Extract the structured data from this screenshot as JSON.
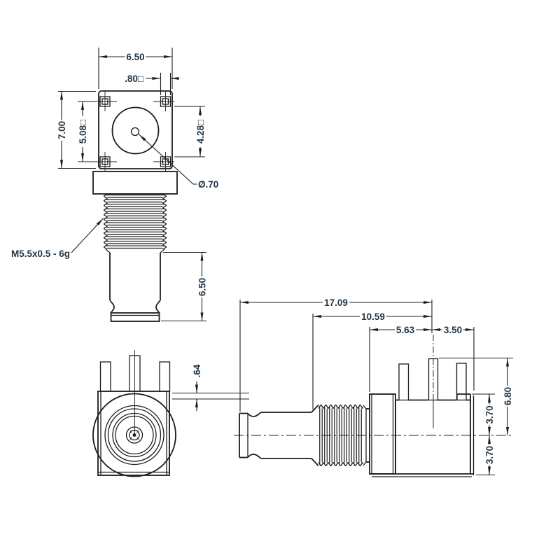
{
  "drawing": {
    "colors": {
      "line": "#1c1c1c",
      "text": "#223648",
      "background": "#ffffff"
    },
    "views": {
      "front": {
        "body_width": "6.50",
        "pin_square": ".80□",
        "body_height": "7.00",
        "pin_pitch": "5.08□",
        "pin_gap": "4.28□",
        "center_pin_dia": "Ø.70",
        "thread_callout": "M5.5x0.5 - 6g",
        "barrel_length": "6.50"
      },
      "bottom": {
        "tab_thickness": ".64"
      },
      "side": {
        "overall_length": "17.09",
        "barrel_to_pin": "10.59",
        "body_front": "5.63",
        "body_back": "3.50",
        "pin_height": "6.80",
        "center_to_top": "3.70",
        "center_to_bottom": "3.70"
      }
    }
  }
}
